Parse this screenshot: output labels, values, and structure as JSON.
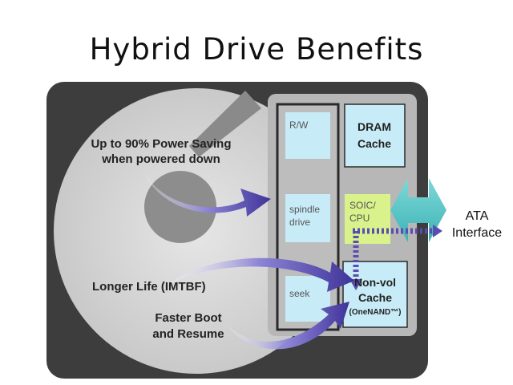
{
  "title": "Hybrid Drive Benefits",
  "callouts": {
    "power_line1": "Up to 90% Power Saving",
    "power_line2": "when powered down",
    "longer_life": "Longer Life (IMTBF)",
    "boot_line1": "Faster Boot",
    "boot_line2": "and Resume"
  },
  "components": {
    "rw": "R/W",
    "spindle_line1": "spindle",
    "spindle_line2": "drive",
    "seek": "seek",
    "dram_line1": "DRAM",
    "dram_line2": "Cache",
    "soic_line1": "SOIC/",
    "soic_line2": "CPU",
    "nonvol_line1": "Non-vol",
    "nonvol_line2": "Cache",
    "nonvol_line3": "(OneNAND™)"
  },
  "interface": {
    "line1": "ATA",
    "line2": "Interface"
  },
  "colors": {
    "enclosure": "#3d3d3d",
    "platter": "#d4d4d4",
    "board": "#b7b7b7",
    "component_box": "#c8ecf7",
    "cpu_box": "#d9f28c",
    "teal_arrow": "#5fc7c8",
    "purple_arrow": "#5a4db0"
  }
}
